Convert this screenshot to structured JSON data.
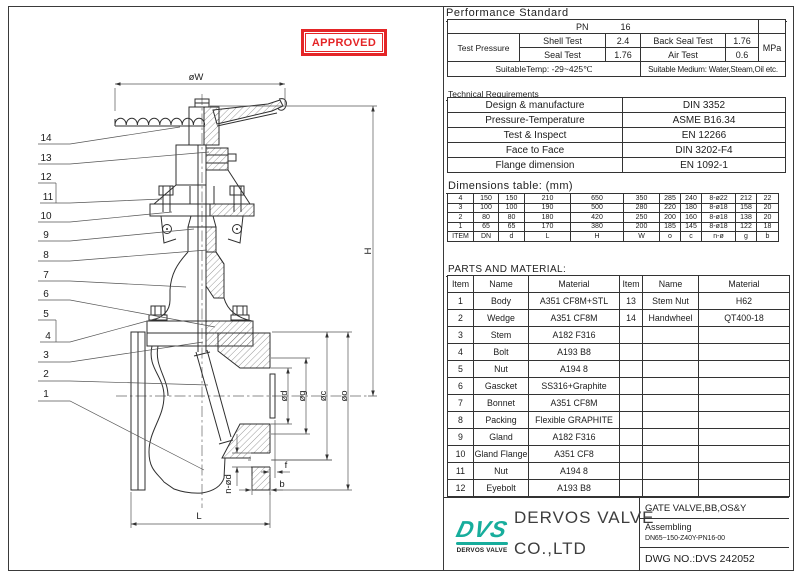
{
  "stamp": {
    "label": "APPROVED"
  },
  "drawing": {
    "part_labels": [
      "14",
      "13",
      "12",
      "11",
      "10",
      "9",
      "8",
      "7",
      "6",
      "5",
      "4",
      "3",
      "2",
      "1"
    ],
    "dims": {
      "w": "øW",
      "h": "H",
      "d": "ød",
      "g": "øg",
      "c": "øc",
      "o": "øo",
      "n": "n-ød",
      "f": "f",
      "b": "b",
      "l": "L"
    }
  },
  "performance": {
    "title": "Performance Standard",
    "pn_label": "PN",
    "pn_value": "16",
    "test_pressure": "Test Pressure",
    "shell_label": "Shell Test",
    "shell_value": "2.4",
    "back_seal_label": "Back Seal Test",
    "back_seal_value": "1.76",
    "seal_label": "Seal Test",
    "seal_value": "1.76",
    "air_label": "Air Test",
    "air_value": "0.6",
    "unit": "MPa",
    "temp": "SuitableTemp: -29~425℃",
    "medium": "Suitable Medium: Water,Steam,Oil etc."
  },
  "technical": {
    "title": "Technical Requirements",
    "rows": [
      [
        "Design & manufacture",
        "DIN 3352"
      ],
      [
        "Pressure-Temperature",
        "ASME B16.34"
      ],
      [
        "Test & Inspect",
        "EN 12266"
      ],
      [
        "Face to Face",
        "DIN 3202-F4"
      ],
      [
        "Flange dimension",
        "EN 1092-1"
      ]
    ]
  },
  "dimensions": {
    "title": "Dimensions table: (mm)",
    "rows": [
      [
        "4",
        "150",
        "150",
        "210",
        "650",
        "350",
        "285",
        "240",
        "8-ø22",
        "212",
        "22"
      ],
      [
        "3",
        "100",
        "100",
        "190",
        "500",
        "280",
        "220",
        "180",
        "8-ø18",
        "158",
        "20"
      ],
      [
        "2",
        "80",
        "80",
        "180",
        "420",
        "250",
        "200",
        "160",
        "8-ø18",
        "138",
        "20"
      ],
      [
        "1",
        "65",
        "65",
        "170",
        "380",
        "200",
        "185",
        "145",
        "8-ø18",
        "122",
        "18"
      ],
      [
        "ITEM",
        "DN",
        "d",
        "L",
        "H",
        "W",
        "o",
        "c",
        "n-ø",
        "g",
        "b"
      ]
    ]
  },
  "parts": {
    "title": "PARTS AND MATERIAL:",
    "headers": [
      "Item",
      "Name",
      "Material",
      "Item",
      "Name",
      "Material"
    ],
    "rows": [
      [
        "1",
        "Body",
        "A351 CF8M+STL",
        "13",
        "Stem Nut",
        "H62"
      ],
      [
        "2",
        "Wedge",
        "A351 CF8M",
        "14",
        "Handwheel",
        "QT400-18"
      ],
      [
        "3",
        "Stem",
        "A182 F316",
        "",
        "",
        ""
      ],
      [
        "4",
        "Bolt",
        "A193 B8",
        "",
        "",
        ""
      ],
      [
        "5",
        "Nut",
        "A194 8",
        "",
        "",
        ""
      ],
      [
        "6",
        "Gascket",
        "SS316+Graphite",
        "",
        "",
        ""
      ],
      [
        "7",
        "Bonnet",
        "A351 CF8M",
        "",
        "",
        ""
      ],
      [
        "8",
        "Packing",
        "Flexible GRAPHITE",
        "",
        "",
        ""
      ],
      [
        "9",
        "Gland",
        "A182 F316",
        "",
        "",
        ""
      ],
      [
        "10",
        "Gland Flange",
        "A351 CF8",
        "",
        "",
        ""
      ],
      [
        "11",
        "Nut",
        "A194 8",
        "",
        "",
        ""
      ],
      [
        "12",
        "Eyebolt",
        "A193 B8",
        "",
        "",
        ""
      ]
    ]
  },
  "titleblock": {
    "logo_text": "DVS",
    "logo_caption": "DERVOS VALVE",
    "logo_color": "#17ad9c",
    "company_line1": "DERVOS VALVE",
    "company_line2": "CO.,LTD",
    "product": "GATE VALVE,BB,OS&Y",
    "doc_type": "Assembling",
    "model": "DN65~150-Z40Y-PN16-00",
    "dwg_no": "DWG NO.:DVS 242052"
  }
}
